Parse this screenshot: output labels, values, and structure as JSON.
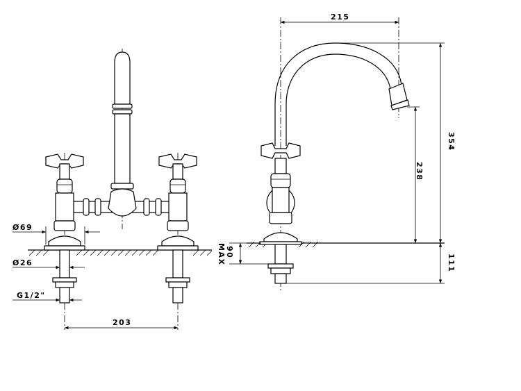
{
  "drawing": {
    "front_view": {
      "dimensions": {
        "flange_diameter": "Ø69",
        "shank_diameter": "Ø26",
        "thread": "G1/2\"",
        "centres": "203"
      }
    },
    "side_view": {
      "dimensions": {
        "spout_reach": "215",
        "total_height": "354",
        "spout_height": "238",
        "below_deck": "111",
        "deck_thickness_value": "90",
        "deck_thickness_suffix": "MAX"
      }
    }
  }
}
